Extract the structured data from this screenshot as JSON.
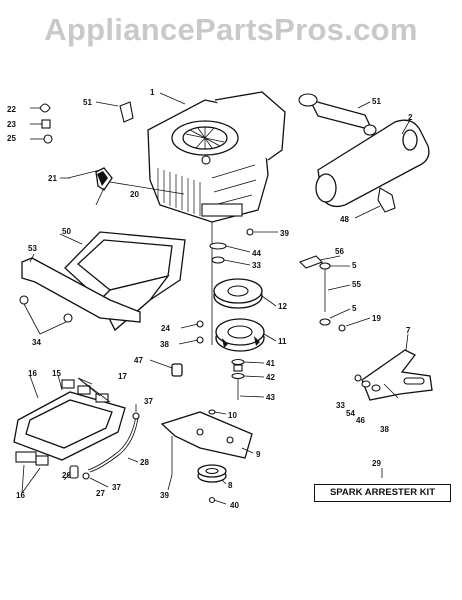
{
  "watermark": "AppliancePartsPros.com",
  "kit_label": "SPARK ARRESTER KIT",
  "callouts": {
    "c1": "1",
    "c2": "2",
    "c5a": "5",
    "c5b": "5",
    "c7": "7",
    "c8": "8",
    "c9": "9",
    "c10": "10",
    "c11": "11",
    "c12": "12",
    "c15": "15",
    "c16a": "16",
    "c16b": "16",
    "c17": "17",
    "c19": "19",
    "c20": "20",
    "c21": "21",
    "c22": "22",
    "c23": "23",
    "c24": "24",
    "c25": "25",
    "c26": "26",
    "c27": "27",
    "c28": "28",
    "c29": "29",
    "c33a": "33",
    "c33b": "33",
    "c34": "34",
    "c37a": "37",
    "c37b": "37",
    "c38a": "38",
    "c38b": "38",
    "c39a": "39",
    "c39b": "39",
    "c40": "40",
    "c41": "41",
    "c42": "42",
    "c43": "43",
    "c44": "44",
    "c46": "46",
    "c47": "47",
    "c48": "48",
    "c50": "50",
    "c51a": "51",
    "c51b": "51",
    "c53": "53",
    "c54": "54",
    "c55": "55",
    "c56": "56"
  }
}
